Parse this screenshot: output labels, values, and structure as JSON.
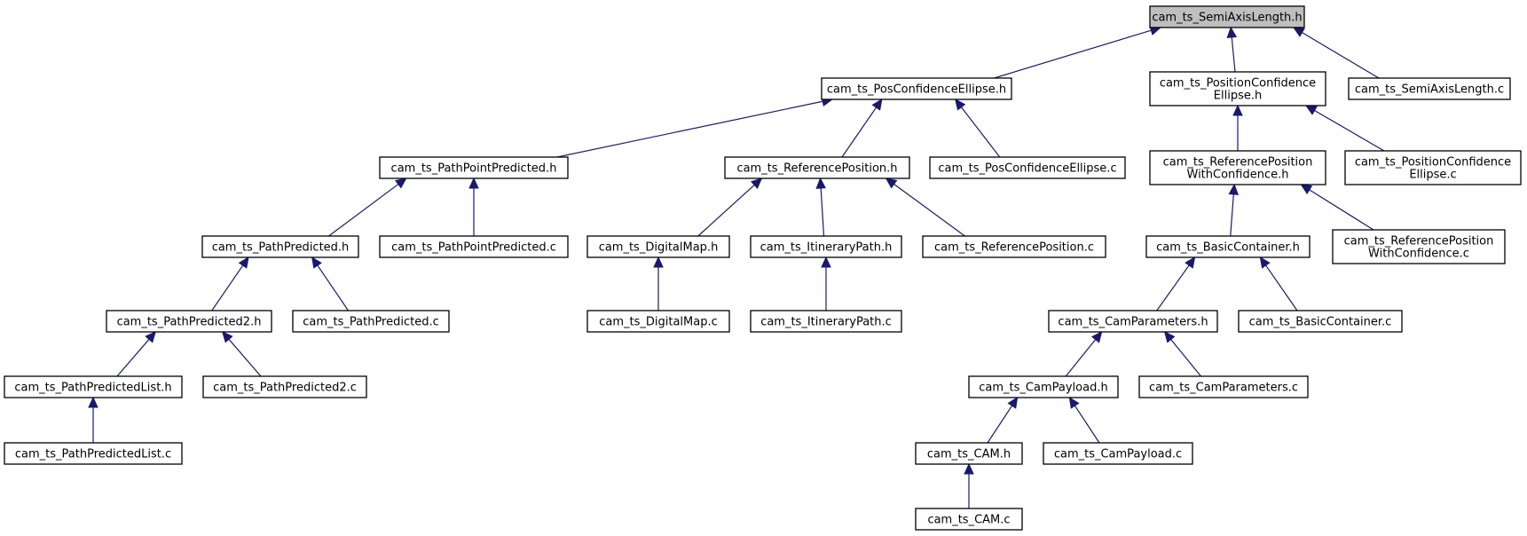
{
  "colors": {
    "edge": "#191970",
    "root_fill": "#bfbfbf",
    "node_fill": "#ffffff",
    "border": "#000000"
  },
  "nodes": [
    {
      "id": "semiaxis_h",
      "lines": [
        "cam_ts_SemiAxisLength.h"
      ],
      "root": true
    },
    {
      "id": "posconf_h",
      "lines": [
        "cam_ts_PosConfidenceEllipse.h"
      ]
    },
    {
      "id": "positionconf_h",
      "lines": [
        "cam_ts_PositionConfidence",
        "Ellipse.h"
      ]
    },
    {
      "id": "semiaxis_c",
      "lines": [
        "cam_ts_SemiAxisLength.c"
      ]
    },
    {
      "id": "pathpoint_h",
      "lines": [
        "cam_ts_PathPointPredicted.h"
      ]
    },
    {
      "id": "refpos_h",
      "lines": [
        "cam_ts_ReferencePosition.h"
      ]
    },
    {
      "id": "posconf_c",
      "lines": [
        "cam_ts_PosConfidenceEllipse.c"
      ]
    },
    {
      "id": "refposwc_h",
      "lines": [
        "cam_ts_ReferencePosition",
        "WithConfidence.h"
      ]
    },
    {
      "id": "positionconf_c",
      "lines": [
        "cam_ts_PositionConfidence",
        "Ellipse.c"
      ]
    },
    {
      "id": "pathpred_h",
      "lines": [
        "cam_ts_PathPredicted.h"
      ]
    },
    {
      "id": "pathpoint_c",
      "lines": [
        "cam_ts_PathPointPredicted.c"
      ]
    },
    {
      "id": "digitalmap_h",
      "lines": [
        "cam_ts_DigitalMap.h"
      ]
    },
    {
      "id": "itinerary_h",
      "lines": [
        "cam_ts_ItineraryPath.h"
      ]
    },
    {
      "id": "refpos_c",
      "lines": [
        "cam_ts_ReferencePosition.c"
      ]
    },
    {
      "id": "basic_h",
      "lines": [
        "cam_ts_BasicContainer.h"
      ]
    },
    {
      "id": "refposwc_c",
      "lines": [
        "cam_ts_ReferencePosition",
        "WithConfidence.c"
      ]
    },
    {
      "id": "pathpred2_h",
      "lines": [
        "cam_ts_PathPredicted2.h"
      ]
    },
    {
      "id": "pathpred_c",
      "lines": [
        "cam_ts_PathPredicted.c"
      ]
    },
    {
      "id": "digitalmap_c",
      "lines": [
        "cam_ts_DigitalMap.c"
      ]
    },
    {
      "id": "itinerary_c",
      "lines": [
        "cam_ts_ItineraryPath.c"
      ]
    },
    {
      "id": "camparams_h",
      "lines": [
        "cam_ts_CamParameters.h"
      ]
    },
    {
      "id": "basic_c",
      "lines": [
        "cam_ts_BasicContainer.c"
      ]
    },
    {
      "id": "pathpredlist_h",
      "lines": [
        "cam_ts_PathPredictedList.h"
      ]
    },
    {
      "id": "pathpred2_c",
      "lines": [
        "cam_ts_PathPredicted2.c"
      ]
    },
    {
      "id": "campayload_h",
      "lines": [
        "cam_ts_CamPayload.h"
      ]
    },
    {
      "id": "camparams_c",
      "lines": [
        "cam_ts_CamParameters.c"
      ]
    },
    {
      "id": "pathpredlist_c",
      "lines": [
        "cam_ts_PathPredictedList.c"
      ]
    },
    {
      "id": "cam_h",
      "lines": [
        "cam_ts_CAM.h"
      ]
    },
    {
      "id": "campayload_c",
      "lines": [
        "cam_ts_CamPayload.c"
      ]
    },
    {
      "id": "cam_c",
      "lines": [
        "cam_ts_CAM.c"
      ]
    }
  ],
  "edges": [
    [
      "semiaxis_h",
      "posconf_h"
    ],
    [
      "semiaxis_h",
      "positionconf_h"
    ],
    [
      "semiaxis_h",
      "semiaxis_c"
    ],
    [
      "posconf_h",
      "pathpoint_h"
    ],
    [
      "posconf_h",
      "refpos_h"
    ],
    [
      "posconf_h",
      "posconf_c"
    ],
    [
      "positionconf_h",
      "refposwc_h"
    ],
    [
      "positionconf_h",
      "positionconf_c"
    ],
    [
      "pathpoint_h",
      "pathpred_h"
    ],
    [
      "pathpoint_h",
      "pathpoint_c"
    ],
    [
      "refpos_h",
      "digitalmap_h"
    ],
    [
      "refpos_h",
      "itinerary_h"
    ],
    [
      "refpos_h",
      "refpos_c"
    ],
    [
      "refposwc_h",
      "basic_h"
    ],
    [
      "refposwc_h",
      "refposwc_c"
    ],
    [
      "pathpred_h",
      "pathpred2_h"
    ],
    [
      "pathpred_h",
      "pathpred_c"
    ],
    [
      "digitalmap_h",
      "digitalmap_c"
    ],
    [
      "itinerary_h",
      "itinerary_c"
    ],
    [
      "basic_h",
      "camparams_h"
    ],
    [
      "basic_h",
      "basic_c"
    ],
    [
      "pathpred2_h",
      "pathpredlist_h"
    ],
    [
      "pathpred2_h",
      "pathpred2_c"
    ],
    [
      "camparams_h",
      "campayload_h"
    ],
    [
      "camparams_h",
      "camparams_c"
    ],
    [
      "pathpredlist_h",
      "pathpredlist_c"
    ],
    [
      "campayload_h",
      "cam_h"
    ],
    [
      "campayload_h",
      "campayload_c"
    ],
    [
      "cam_h",
      "cam_c"
    ]
  ]
}
